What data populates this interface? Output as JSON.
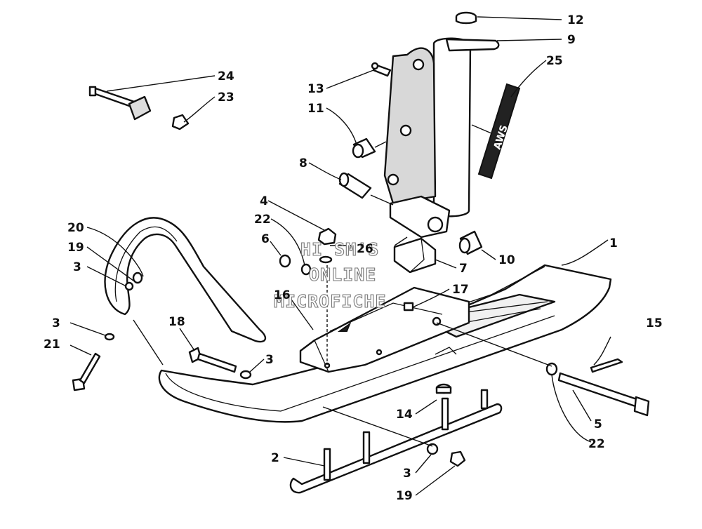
{
  "diagram": {
    "callouts": [
      {
        "id": "c12",
        "label": "12"
      },
      {
        "id": "c9",
        "label": "9"
      },
      {
        "id": "c25",
        "label": "25"
      },
      {
        "id": "c24",
        "label": "24"
      },
      {
        "id": "c23",
        "label": "23"
      },
      {
        "id": "c13",
        "label": "13"
      },
      {
        "id": "c11",
        "label": "11"
      },
      {
        "id": "c8",
        "label": "8"
      },
      {
        "id": "c4",
        "label": "4"
      },
      {
        "id": "c22a",
        "label": "22"
      },
      {
        "id": "c6",
        "label": "6"
      },
      {
        "id": "c26",
        "label": "26"
      },
      {
        "id": "c10",
        "label": "10"
      },
      {
        "id": "c1",
        "label": "1"
      },
      {
        "id": "c7",
        "label": "7"
      },
      {
        "id": "c20",
        "label": "20"
      },
      {
        "id": "c19a",
        "label": "19"
      },
      {
        "id": "c3a",
        "label": "3"
      },
      {
        "id": "c16",
        "label": "16"
      },
      {
        "id": "c17",
        "label": "17"
      },
      {
        "id": "c3b",
        "label": "3"
      },
      {
        "id": "c21",
        "label": "21"
      },
      {
        "id": "c18",
        "label": "18"
      },
      {
        "id": "c3c",
        "label": "3"
      },
      {
        "id": "c15",
        "label": "15"
      },
      {
        "id": "c14",
        "label": "14"
      },
      {
        "id": "c5",
        "label": "5"
      },
      {
        "id": "c22b",
        "label": "22"
      },
      {
        "id": "c2",
        "label": "2"
      },
      {
        "id": "c3d",
        "label": "3"
      },
      {
        "id": "c19b",
        "label": "19"
      }
    ],
    "watermark": [
      "HI SM'S",
      "ONLINE",
      "MICROFICHE"
    ],
    "decal_text": "AWS"
  }
}
